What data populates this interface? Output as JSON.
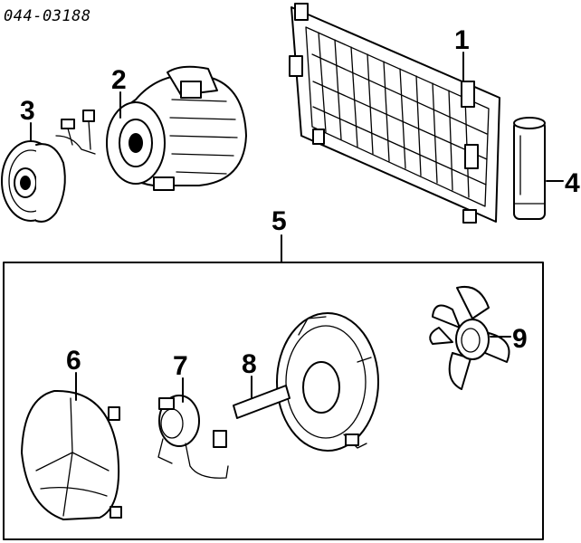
{
  "reference": "044-03188",
  "callouts": [
    {
      "id": "1",
      "label": "1"
    },
    {
      "id": "2",
      "label": "2"
    },
    {
      "id": "3",
      "label": "3"
    },
    {
      "id": "4",
      "label": "4"
    },
    {
      "id": "5",
      "label": "5"
    },
    {
      "id": "6",
      "label": "6"
    },
    {
      "id": "7",
      "label": "7"
    },
    {
      "id": "8",
      "label": "8"
    },
    {
      "id": "9",
      "label": "9"
    }
  ]
}
